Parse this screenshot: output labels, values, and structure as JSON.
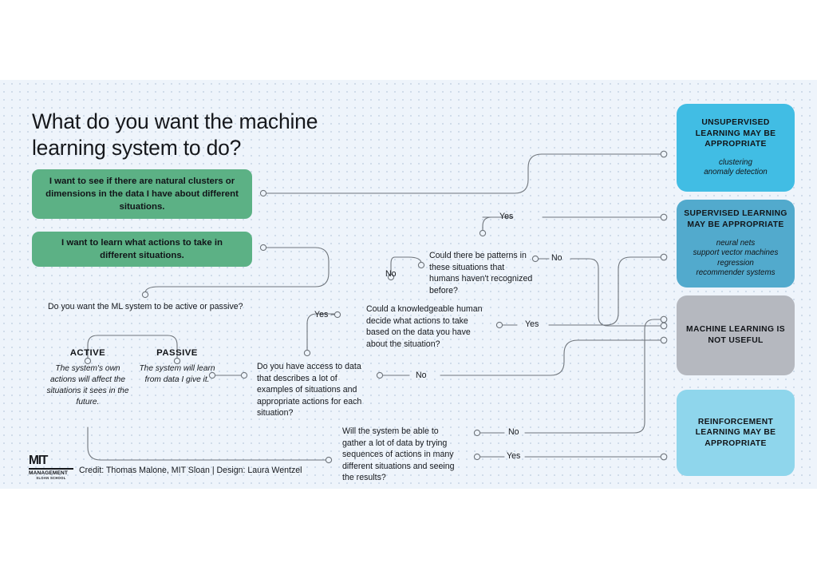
{
  "title": "What do you want the machine learning system to do?",
  "start_boxes": [
    {
      "label": "I want to see if there are natural clusters or dimensions in the data I have about different situations."
    },
    {
      "label": "I want to learn what actions to take in different situations."
    }
  ],
  "outcomes": [
    {
      "title": "UNSUPERVISED LEARNING MAY BE APPROPRIATE",
      "examples": "clustering\nanomaly detection",
      "color": "#41bde4"
    },
    {
      "title": "SUPERVISED LEARNING MAY BE APPROPRIATE",
      "examples": "neural nets\nsupport vector machines\nregression\nrecommender systems",
      "color": "#52aacd"
    },
    {
      "title": "MACHINE LEARNING IS NOT USEFUL",
      "examples": "",
      "color": "#b5b8bf"
    },
    {
      "title": "REINFORCEMENT LEARNING MAY BE APPROPRIATE",
      "examples": "",
      "color": "#8fd6ec"
    }
  ],
  "questions": {
    "active_passive": "Do you want the ML system to be active or passive?",
    "patterns": "Could there be patterns in these situations that humans haven't recognized before?",
    "knowledgeable_human": "Could a knowledgeable human decide what actions to take based on the data you have about the situation?",
    "data_access": "Do you have access to data that describes a lot of examples of situations and appropriate actions for each situation?",
    "gather_data": "Will the system be able to gather a lot of data by trying sequences of actions in many different situations and seeing the results?"
  },
  "branches": [
    {
      "title": "ACTIVE",
      "desc": "The system's own actions will affect the situations it sees in the future."
    },
    {
      "title": "PASSIVE",
      "desc": "The system will learn from data I give it."
    }
  ],
  "edge_labels": {
    "patterns_yes": "Yes",
    "patterns_no_left": "No",
    "patterns_no_right": "No",
    "knowledgeable_yes": "Yes",
    "data_access_yes": "Yes",
    "data_access_no": "No",
    "gather_no": "No",
    "gather_yes": "Yes"
  },
  "footer": {
    "logo_main": "MIT",
    "logo_sub": "MANAGEMENT",
    "logo_sub2": "SLOAN SCHOOL",
    "credit": "Credit: Thomas Malone, MIT Sloan | Design: Laura Wentzel"
  },
  "theme": {
    "canvas_bg": "#eef4fb",
    "dot_color": "#c6d4e4",
    "green": "#5cb185",
    "wire": "#6f757c",
    "text": "#15181d"
  }
}
